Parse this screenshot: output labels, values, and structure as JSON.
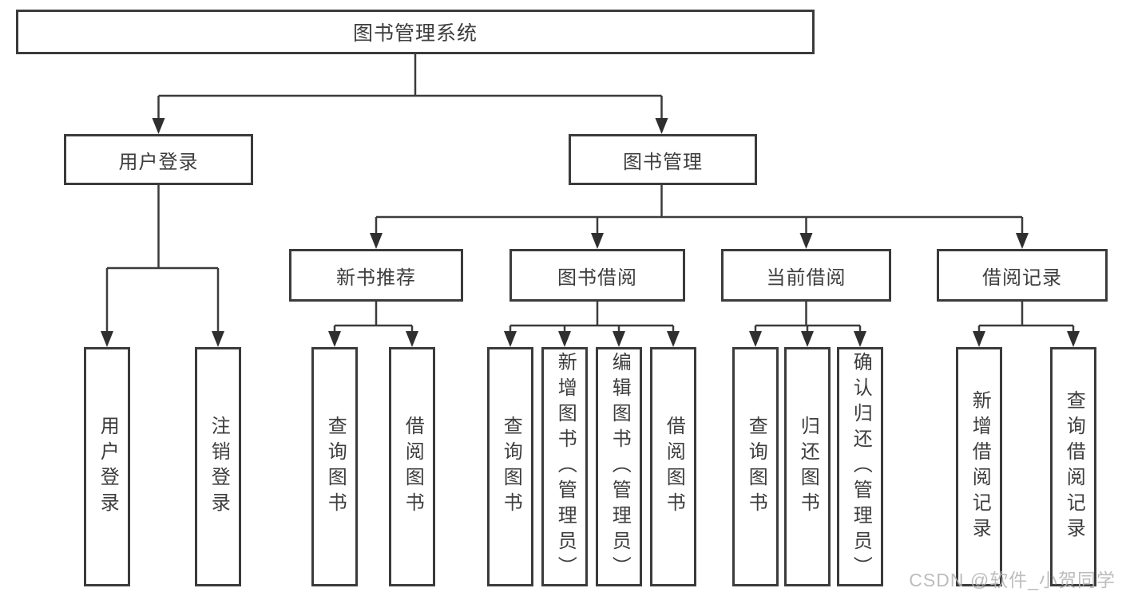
{
  "diagram": {
    "title": "图书管理系统",
    "level2": {
      "user_login": "用户登录",
      "book_mgmt": "图书管理"
    },
    "level3": {
      "new_books": "新书推荐",
      "book_borrow": "图书借阅",
      "current_borrow": "当前借阅",
      "borrow_records": "借阅记录"
    },
    "leaves": {
      "user_login_leaf": "用户登录",
      "logout": "注销登录",
      "nb_query": "查询图书",
      "nb_borrow": "借阅图书",
      "bb_query": "查询图书",
      "bb_add": "新增图书（管理员）",
      "bb_edit": "编辑图书（管理员）",
      "bb_borrow": "借阅图书",
      "cb_query": "查询图书",
      "cb_return": "归还图书",
      "cb_confirm": "确认归还（管理员）",
      "br_add": "新增借阅记录",
      "br_query": "查询借阅记录"
    },
    "watermark": "CSDN @软件_小贺同学",
    "colors": {
      "line": "#3b3b3b",
      "border": "#3b3b3b",
      "text": "#3d3d3d",
      "watermark": "#b6b6b6"
    }
  }
}
